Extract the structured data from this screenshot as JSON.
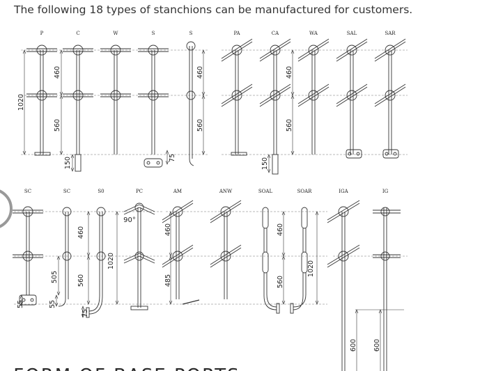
{
  "header": {
    "text": "The following 18 types of stanchions can be manufactured for customers."
  },
  "row1": {
    "labels": [
      "P",
      "C",
      "W",
      "S",
      "S",
      "PA",
      "CA",
      "WA",
      "SAL",
      "SAR"
    ],
    "dimensions": {
      "overall_height": "1020",
      "upper_span": "460",
      "lower_span": "560",
      "socket_depth": "150",
      "toe_height": "75"
    }
  },
  "row2": {
    "labels": [
      "SC",
      "SC",
      "S0",
      "PC",
      "AM",
      "ANW",
      "SOAL",
      "SOAR",
      "IGA",
      "IG"
    ],
    "dimensions": {
      "plate_height": "55",
      "clip_height": "55",
      "side_span": "505",
      "upper_span": "460",
      "lower_span": "560",
      "overall_height": "1020",
      "toe_height": "75",
      "angle": "90°",
      "am_upper": "460",
      "am_lower": "485",
      "soal_upper": "460",
      "soal_lower": "560",
      "soar_height": "1020",
      "embed_1": "600",
      "embed_2": "600"
    }
  },
  "footer": {
    "cut_title": "FORM OF BASE PORTS"
  }
}
